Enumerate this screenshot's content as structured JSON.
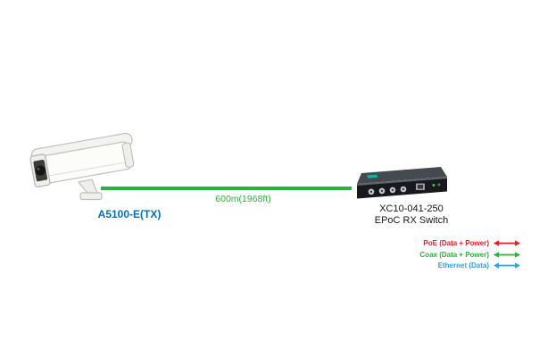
{
  "diagram": {
    "camera": {
      "label": "A5100-E(TX)",
      "label_color": "#0071bc"
    },
    "link": {
      "label": "600m(1968ft)",
      "color": "#2cb23c"
    },
    "switch": {
      "model": "XC10-041-250",
      "type": "EPoC RX Switch"
    },
    "legend": {
      "items": [
        {
          "label": "PoE (Data + Power)",
          "color": "#ec1c24"
        },
        {
          "label": "Coax (Data + Power)",
          "color": "#2cb23c"
        },
        {
          "label": "Ethernet (Data)",
          "color": "#2ba7de"
        }
      ]
    }
  }
}
